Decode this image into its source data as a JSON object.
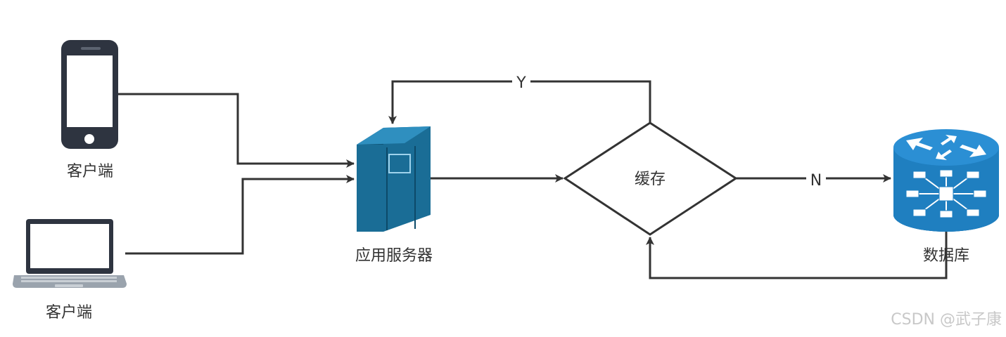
{
  "nodes": {
    "phone_client": {
      "label": "客户端",
      "icon": "smartphone-icon"
    },
    "laptop_client": {
      "label": "客户端",
      "icon": "laptop-icon"
    },
    "app_server": {
      "label": "应用服务器",
      "icon": "server-icon"
    },
    "cache": {
      "label": "缓存",
      "shape": "diamond"
    },
    "database": {
      "label": "数据库",
      "icon": "router-database-icon"
    }
  },
  "edges": {
    "cache_hit_label": "Y",
    "cache_miss_label": "N"
  },
  "watermark": "CSDN @武子康",
  "colors": {
    "line": "#333333",
    "server_front": "#1a6d96",
    "server_side": "#0f5578",
    "db_blue": "#1f7fc0",
    "device_dark": "#2e3440"
  }
}
